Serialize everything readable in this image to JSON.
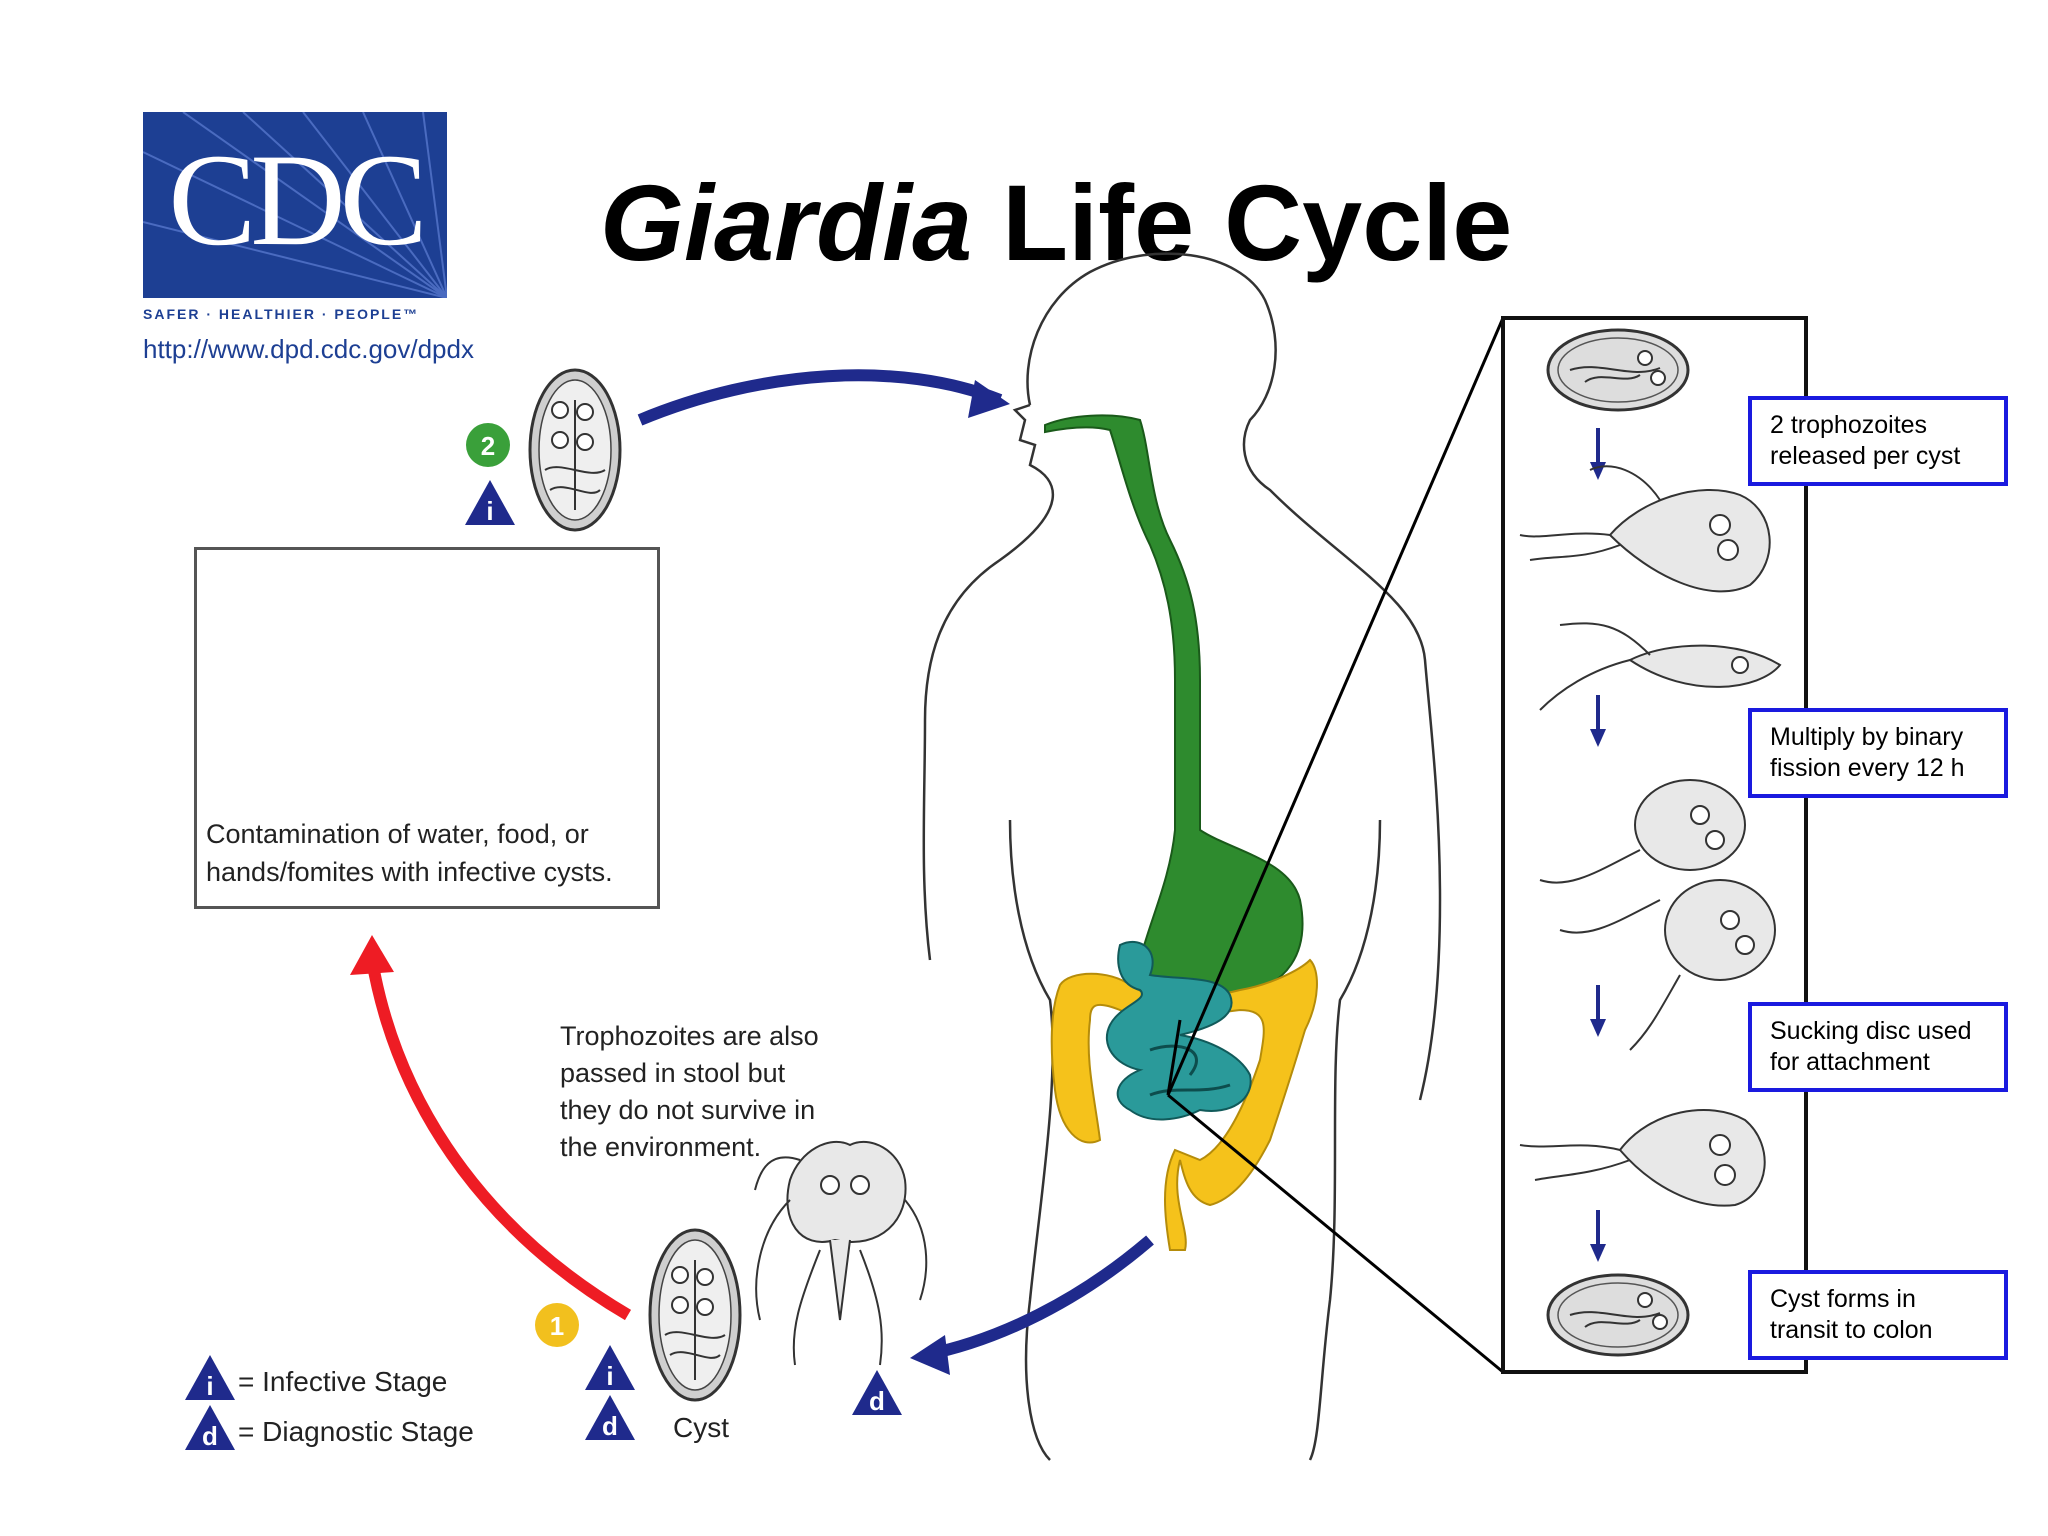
{
  "title": {
    "italic": "Giardia",
    "rest": " Life Cycle"
  },
  "logo": {
    "text": "CDC",
    "tagline": "SAFER · HEALTHIER · PEOPLE™",
    "url": "http://www.dpd.cdc.gov/dpdx"
  },
  "contamination": {
    "line1": "Contamination of water, food, or",
    "line2": "hands/fomites with infective cysts."
  },
  "trophozoite_note": {
    "line1": "Trophozoites are also",
    "line2": "passed in stool but",
    "line3": "they do not survive in",
    "line4": "the environment."
  },
  "stages": {
    "one": "1",
    "two": "2"
  },
  "markers": {
    "infective": "i",
    "diagnostic": "d"
  },
  "legend": {
    "infective": "= Infective Stage",
    "diagnostic": "= Diagnostic Stage"
  },
  "cyst_label": "Cyst",
  "panel_labels": [
    {
      "line1": "2 trophozoites",
      "line2": "released per cyst"
    },
    {
      "line1": "Multiply by binary",
      "line2": "fission every 12 h"
    },
    {
      "line1": "Sucking disc used",
      "line2": "for attachment"
    },
    {
      "line1": "Cyst forms in",
      "line2": "transit to colon"
    }
  ],
  "colors": {
    "cdc_blue": "#1d3f93",
    "arrow_blue": "#1f2a8c",
    "arrow_red": "#ee1c24",
    "esophagus_green": "#2e8b2e",
    "colon_yellow": "#f5c21b",
    "intestine_teal": "#2a9a9a",
    "label_border": "#1a1adf",
    "stage1_yellow": "#f2c01e",
    "stage2_green": "#3aa03a"
  }
}
